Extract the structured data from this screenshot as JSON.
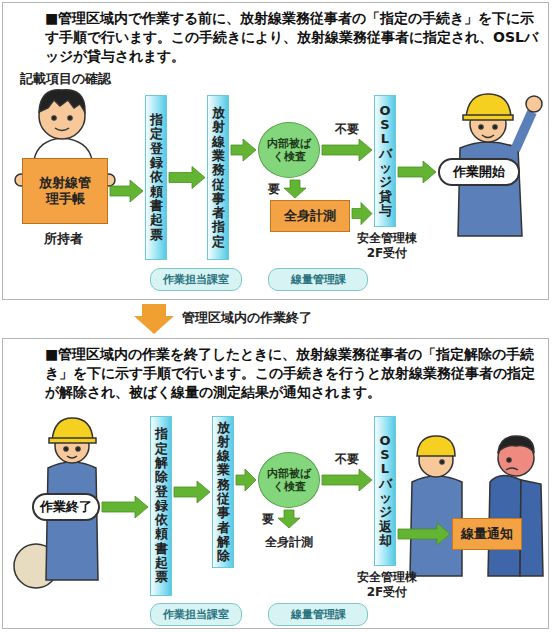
{
  "diagram": {
    "nodes": [
      {
        "text": [
          "■管理区域内で作業する前に、放射線業務従事者の「指定の手続き」を下に示す手順で行います。この手続きにより、放射線業務従事者に指定され、OSLバッジが貸与されます。"
        ]
      },
      {
        "text": [
          "放射線管理手帳"
        ],
        "in": 0
      },
      {
        "text": [
          "指定登録依頼書起票"
        ],
        "in": 0
      },
      {
        "text": [
          "放射線業務従事者指定"
        ],
        "in": 0
      },
      {
        "text": [
          "内部被ばく検査"
        ],
        "in": 0
      },
      {
        "text": [
          "全身計測"
        ],
        "in": 0
      },
      {
        "text": [
          "OSLバッジ貸与"
        ],
        "in": 0
      },
      {
        "text": [
          "作業開始"
        ],
        "in": 0
      },
      {
        "text": [
          "作業担当課室"
        ],
        "in": 0
      },
      {
        "text": [
          "線量管理課"
        ],
        "in": 0
      },
      {
        "text": [
          "■管理区域内の作業を終了したときに、放射線業務従事者の「指定解除の手続き」を下に示す手順で行います。この手続きを行うと放射線業務従事者の指定が解除され、被ばく線量の測定結果が通知されます。"
        ]
      },
      {
        "text": [
          "作業終了"
        ],
        "in": 10
      },
      {
        "text": [
          "指定解除登録依頼書起票"
        ],
        "in": 10
      },
      {
        "text": [
          "放射線業務従事者解除"
        ],
        "in": 10
      },
      {
        "text": [
          "内部被ばく検査"
        ],
        "in": 10
      },
      {
        "text": [
          "全身計測"
        ],
        "in": 10
      },
      {
        "text": [
          "OSLバッジ返却"
        ],
        "in": 10
      },
      {
        "text": [
          "線量通知"
        ],
        "in": 10
      },
      {
        "text": [
          "作業担当課室"
        ],
        "in": 10
      },
      {
        "text": [
          "線量管理課"
        ],
        "in": 10
      }
    ],
    "edges": [
      {
        "from": 1,
        "to": 2,
        "arrow": "to"
      },
      {
        "from": 2,
        "to": 3,
        "arrow": "to"
      },
      {
        "from": 3,
        "to": 4,
        "arrow": "to"
      },
      {
        "from": 4,
        "to": 5,
        "label": "要",
        "arrow": "to"
      },
      {
        "from": 4,
        "to": 6,
        "label": "不要",
        "arrow": "to"
      },
      {
        "from": 5,
        "to": 6,
        "arrow": "to"
      },
      {
        "from": 6,
        "to": 7,
        "arrow": "to"
      },
      {
        "from": 11,
        "to": 12,
        "arrow": "to"
      },
      {
        "from": 12,
        "to": 13,
        "arrow": "to"
      },
      {
        "from": 13,
        "to": 14,
        "arrow": "to"
      },
      {
        "from": 14,
        "to": 15,
        "label": "要",
        "arrow": "to"
      },
      {
        "from": 14,
        "to": 16,
        "label": "不要",
        "arrow": "to"
      },
      {
        "from": 16,
        "to": 17,
        "arrow": "to"
      }
    ],
    "labels": [
      "記載項目の確認",
      "所持者",
      "安全管理棟 2F受付",
      "管理区域内の作業終了",
      "安全管理棟 2F受付"
    ]
  }
}
